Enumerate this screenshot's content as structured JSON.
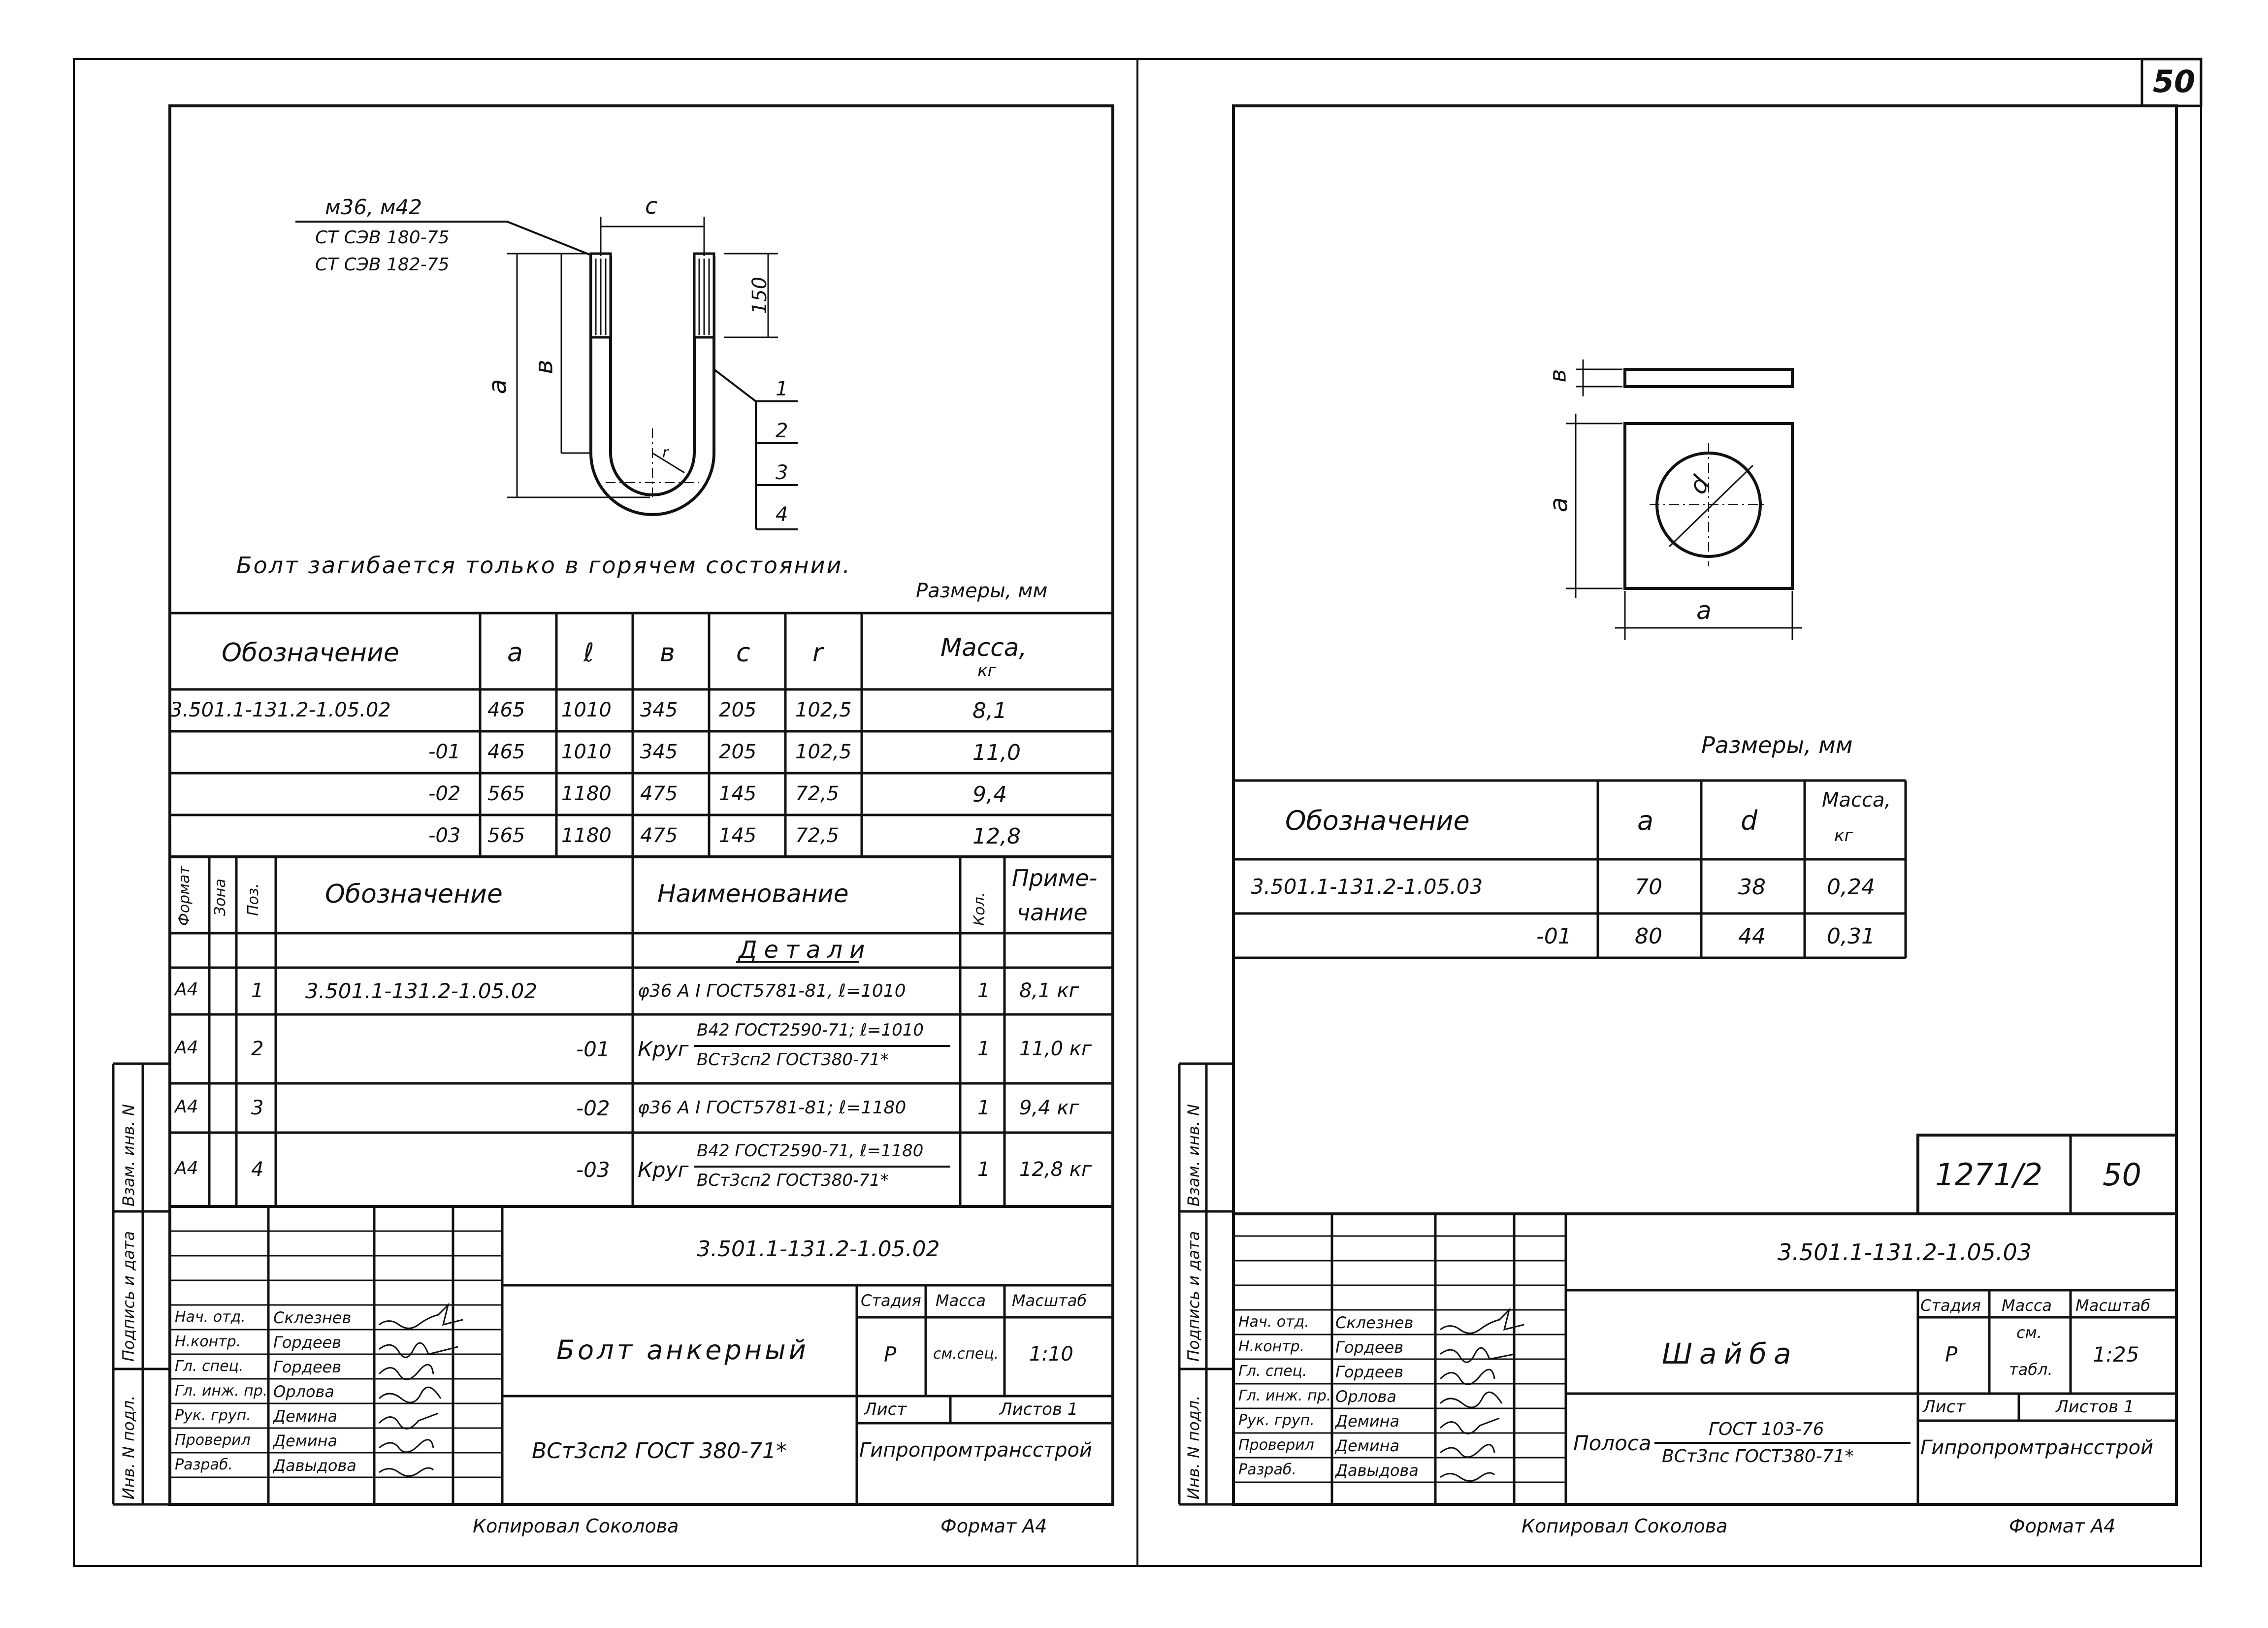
{
  "page_number": "50",
  "left": {
    "dims": {
      "thread": "м36, м42",
      "std1": "СТ СЭВ 180-75",
      "std2": "СТ СЭВ 182-75",
      "c": "c",
      "h150": "150",
      "a": "a",
      "b": "в",
      "r": "r",
      "pos": [
        "1",
        "2",
        "3",
        "4"
      ]
    },
    "note": "Болт загибается только в горячем состоянии.",
    "units": "Размеры, мм",
    "table1": {
      "headers": [
        "Обозначение",
        "a",
        "ℓ",
        "в",
        "c",
        "r",
        "Масса,",
        "кг"
      ],
      "rows": [
        [
          "3.501.1-131.2-1.05.02",
          "465",
          "1010",
          "345",
          "205",
          "102,5",
          "8,1"
        ],
        [
          "-01",
          "465",
          "1010",
          "345",
          "205",
          "102,5",
          "11,0"
        ],
        [
          "-02",
          "565",
          "1180",
          "475",
          "145",
          "72,5",
          "9,4"
        ],
        [
          "-03",
          "565",
          "1180",
          "475",
          "145",
          "72,5",
          "12,8"
        ]
      ]
    },
    "spec": {
      "headers": {
        "format": "Формат",
        "zone": "Зона",
        "pos": "Поз.",
        "designation": "Обозначение",
        "name": "Наименование",
        "qty": "Кол.",
        "note1": "Приме-",
        "note2": "чание"
      },
      "section": "Детали",
      "rows": [
        {
          "format": "А4",
          "pos": "1",
          "designation": "3.501.1-131.2-1.05.02",
          "name": "φ36 А I ГОСТ5781-81, ℓ=1010",
          "name2": "",
          "qty": "1",
          "note": "8,1 кг"
        },
        {
          "format": "А4",
          "pos": "2",
          "designation": "-01",
          "name": "Круг",
          "frac_top": "В42 ГОСТ2590-71; ℓ=1010",
          "frac_bot": "ВСт3сп2 ГОСТ380-71*",
          "qty": "1",
          "note": "11,0 кг"
        },
        {
          "format": "А4",
          "pos": "3",
          "designation": "-02",
          "name": "φ36 А I ГОСТ5781-81; ℓ=1180",
          "name2": "",
          "qty": "1",
          "note": "9,4 кг"
        },
        {
          "format": "А4",
          "pos": "4",
          "designation": "-03",
          "name": "Круг",
          "frac_top": "В42 ГОСТ2590-71, ℓ=1180",
          "frac_bot": "ВСт3сп2 ГОСТ380-71*",
          "qty": "1",
          "note": "12,8 кг"
        }
      ]
    },
    "side_labels": [
      "Взам. инв. N",
      "Подпись и дата",
      "Инв. N подл."
    ],
    "title": {
      "code": "3.501.1-131.2-1.05.02",
      "name": "Болт анкерный",
      "material": "ВСт3сп2 ГОСТ 380-71*",
      "stage_h": "Стадия",
      "mass_h": "Масса",
      "scale_h": "Масштаб",
      "stage": "Р",
      "mass": "см.спец.",
      "scale": "1:10",
      "sheet": "Лист",
      "sheets": "Листов 1",
      "org": "Гипропромтрансстрой",
      "roles": [
        "Нач. отд.",
        "Н.контр.",
        "Гл. спец.",
        "Гл. инж. пр.",
        "Рук. груп.",
        "Проверил",
        "Разраб."
      ],
      "people": [
        "Склезнев",
        "Гордеев",
        "Гордеев",
        "Орлова",
        "Демина",
        "Демина",
        "Давыдова"
      ]
    },
    "copied": "Копировал Соколова",
    "format": "Формат А4"
  },
  "right": {
    "dims": {
      "b": "в",
      "a": "a",
      "d": "d",
      "a2": "a"
    },
    "units": "Размеры, мм",
    "table": {
      "headers": [
        "Обозначение",
        "a",
        "d",
        "Масса,",
        "кг"
      ],
      "rows": [
        [
          "3.501.1-131.2-1.05.03",
          "70",
          "38",
          "0,24"
        ],
        [
          "-01",
          "80",
          "44",
          "0,31"
        ]
      ]
    },
    "album": "1271/2",
    "sheet_no": "50",
    "side_labels": [
      "Взам. инв. N",
      "Подпись и дата",
      "Инв. N подл."
    ],
    "title": {
      "code": "3.501.1-131.2-1.05.03",
      "name": "Шайба",
      "material_pre": "Полоса",
      "mat_top": "ГОСТ 103-76",
      "mat_bot": "ВСт3пс ГОСТ380-71*",
      "stage_h": "Стадия",
      "mass_h": "Масса",
      "scale_h": "Масштаб",
      "stage": "Р",
      "mass1": "см.",
      "mass2": "табл.",
      "scale": "1:25",
      "sheet": "Лист",
      "sheets": "Листов 1",
      "org": "Гипропромтрансстрой",
      "roles": [
        "Нач. отд.",
        "Н.контр.",
        "Гл. спец.",
        "Гл. инж. пр.",
        "Рук. груп.",
        "Проверил",
        "Разраб."
      ],
      "people": [
        "Склезнев",
        "Гордеев",
        "Гордеев",
        "Орлова",
        "Демина",
        "Демина",
        "Давыдова"
      ]
    },
    "copied": "Копировал Соколова",
    "format": "Формат А4"
  }
}
